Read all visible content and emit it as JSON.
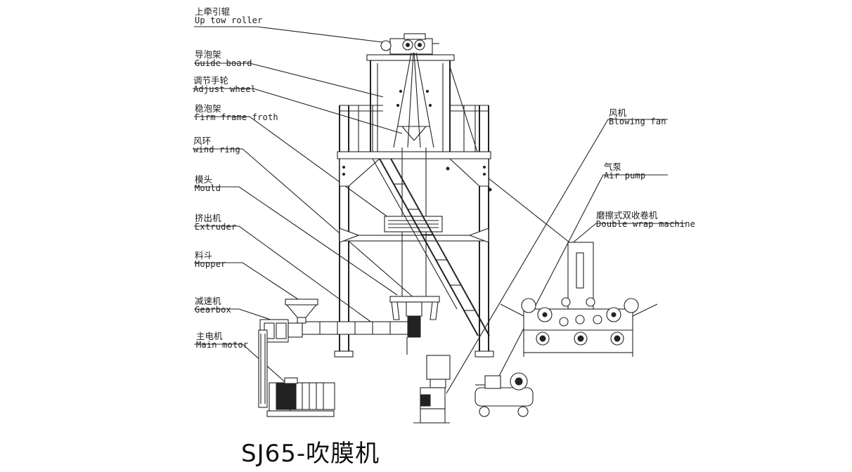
{
  "title": "SJ65-吹膜机",
  "labels": [
    {
      "id": "up-tow-roller",
      "zh": "上牵引辊",
      "en": "Up tow roller"
    },
    {
      "id": "guide-board",
      "zh": "导泡架",
      "en": "Guide board"
    },
    {
      "id": "adjust-wheel",
      "zh": "调节手轮",
      "en": "Adjust wheel"
    },
    {
      "id": "firm-frame",
      "zh": "稳泡架",
      "en": "Firm frame froth"
    },
    {
      "id": "wind-ring",
      "zh": "风环",
      "en": "wind ring"
    },
    {
      "id": "mould",
      "zh": "模头",
      "en": "Mould"
    },
    {
      "id": "extruder",
      "zh": "挤出机",
      "en": "Extruder"
    },
    {
      "id": "hopper",
      "zh": "料斗",
      "en": "Hopper"
    },
    {
      "id": "gearbox",
      "zh": "减速机",
      "en": "Gearbox"
    },
    {
      "id": "main-motor",
      "zh": "主电机",
      "en": "Main motor"
    },
    {
      "id": "blowing-fan",
      "zh": "风机",
      "en": "Blowing fan"
    },
    {
      "id": "air-pump",
      "zh": "气泵",
      "en": "Air pump"
    },
    {
      "id": "double-wrap",
      "zh": "磨擦式双收卷机",
      "en": "Double wrap machine"
    }
  ]
}
